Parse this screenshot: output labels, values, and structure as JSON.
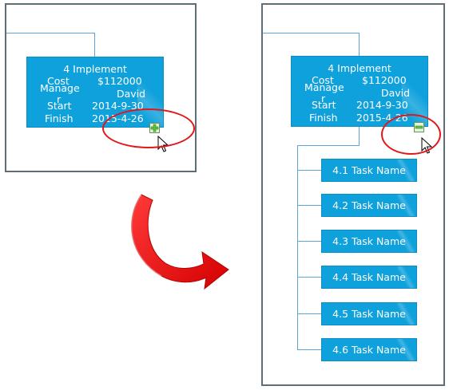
{
  "before": {
    "node": {
      "title": "4 Implement",
      "rows": [
        {
          "label": "Cost",
          "value": "$112000"
        },
        {
          "label": "Manage",
          "value": "David"
        },
        {
          "label": "r",
          "value": ""
        },
        {
          "label": "Start",
          "value": "2014-9-30"
        },
        {
          "label": "Finish",
          "value": "2015-4-26"
        }
      ]
    },
    "toggle_icon": "expand-plus-icon"
  },
  "after": {
    "node": {
      "title": "4 Implement",
      "rows": [
        {
          "label": "Cost",
          "value": "$112000"
        },
        {
          "label": "Manage",
          "value": "David"
        },
        {
          "label": "r",
          "value": ""
        },
        {
          "label": "Start",
          "value": "2014-9-30"
        },
        {
          "label": "Finish",
          "value": "2015-4-26"
        }
      ]
    },
    "toggle_icon": "collapse-minus-icon",
    "tasks": [
      "4.1 Task Name",
      "4.2 Task Name",
      "4.3 Task Name",
      "4.4 Task Name",
      "4.5 Task Name",
      "4.6 Task Name"
    ]
  },
  "colors": {
    "node": "#0fa1dc",
    "connector": "#5aa6d6",
    "highlight": "#e0171b",
    "arrow": "#ff0000"
  }
}
